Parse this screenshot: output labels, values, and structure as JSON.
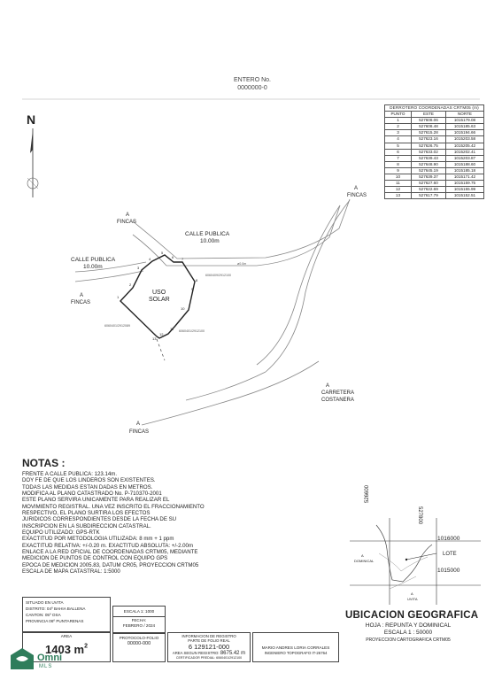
{
  "header": {
    "entero_label": "ENTERO No.",
    "entero_number": "0000000-0"
  },
  "north_label": "N",
  "coordinates_table": {
    "title": "DERROTERO COORDENADAS CRTM05 (m)",
    "columns": [
      "PUNTO",
      "ESTE",
      "NORTE"
    ],
    "rows": [
      [
        "1",
        "527608.06",
        "1015179.08"
      ],
      [
        "2",
        "527608.48",
        "1015185.63"
      ],
      [
        "3",
        "527615.28",
        "1015194.66"
      ],
      [
        "4",
        "527623.16",
        "1015203.58"
      ],
      [
        "5",
        "527626.75",
        "1015205.42"
      ],
      [
        "6",
        "527633.02",
        "1015202.41"
      ],
      [
        "7",
        "527639.43",
        "1015203.87"
      ],
      [
        "8",
        "527648.90",
        "1015188.60"
      ],
      [
        "9",
        "527645.19",
        "1015185.18"
      ],
      [
        "10",
        "527639.37",
        "1015171.42"
      ],
      [
        "11",
        "527627.60",
        "1015159.75"
      ],
      [
        "12",
        "527622.69",
        "1015155.99"
      ],
      [
        "13",
        "527617.79",
        "1015152.51"
      ]
    ]
  },
  "plan": {
    "labels": {
      "fincas_a": "A",
      "fincas": "FINCAS",
      "calle_publica": "CALLE PUBLICA",
      "calle_width": "10.00m",
      "uso": "USO",
      "solar": "SOLAR",
      "carretera": "CARRETERA",
      "costanera": "COSTANERA",
      "finca_num_1": "6060409/2912100",
      "finca_num_2": "6060401/2912089",
      "finca_num_3": "6060401/2912100",
      "dist": "ø0.0m"
    },
    "points": [
      "1",
      "2",
      "3",
      "4",
      "5",
      "6",
      "7",
      "8",
      "9",
      "10",
      "11",
      "12",
      "13"
    ]
  },
  "notas": {
    "title": "NOTAS :",
    "lines": [
      "FRENTE A CALLE PUBLICA: 123.14m.",
      "DOY FE DE QUE LOS LINDEROS SON EXISTENTES.",
      "TODAS LAS MEDIDAS ESTAN DADAS EN METROS.",
      "MODIFICA AL PLANO CATASTRADO No. P-710370-2001",
      "ESTE PLANO SERVIRA UNICAMENTE PARA REALIZAR EL",
      "MOVIMIENTO REGISTRAL. UNA VEZ INSCRITO EL FRACCIONAMIENTO",
      "RESPECTIVO, EL PLANO SURTIRA LOS EFECTOS",
      "JURIDICOS CORRESPONDIENTES DESDE LA FECHA DE SU",
      "INSCRIPCION EN LA SUBDIRECCION CATASTRAL.",
      "EQUIPO UTILIZADO: GPS-RTK",
      "EXACTITUD POR METODOLOGIA UTILIZADA: 8 mm + 1 ppm",
      "EXACTITUD RELATIVA: +/-0.20 m. EXACTITUD ABSOLUTA: +/-2.00m",
      "ENLACE A LA RED OFICIAL DE COORDENADAS CRTM05, MEDIANTE",
      "MEDICION DE PUNTOS DE CONTROL CON EQUIPO GPS",
      "EPOCA DE MEDICION 2005.83, DATUM CR05, PROYECCION CRTM05",
      "ESCALA DE MAPA CATASTRAL: 1:5000"
    ]
  },
  "location_map": {
    "x1": "526600",
    "x2": "527800",
    "y1": "1016000",
    "y2": "1015000",
    "lote": "LOTE",
    "a1": "A",
    "dominical": "DOMINICAL",
    "a2": "A",
    "uvita": "UVITA"
  },
  "ubicacion": {
    "title": "UBICACION GEOGRAFICA",
    "hoja": "HOJA : REPUNTA Y DOMINICAL",
    "escala": "ESCALA 1 : 50000",
    "proyeccion": "PROYECCION CARTOGRAFICA CRTM05"
  },
  "title_block": {
    "situado": "SITUADO EN UVITA",
    "distrito": "DISTRITO: 04º BAHIA BALLENA",
    "canton": "CANTON: 05º OSA",
    "provincia": "PROVINCIA 06º PUNTARENAS",
    "escala": "ESCALA 1: 1000",
    "fecha_label": "FECHA:",
    "fecha": "FEBRERO / 2024",
    "area_label": "AREA",
    "area_value": "1403 m",
    "area_sup": "2",
    "protocolo_label": "PROTOCOLO-FOLIO",
    "protocolo": "00000-000",
    "registro_1": "INFORMACION DE REGISTRO",
    "registro_2": "PARTE DE FOLIO REAL",
    "folio": "6 129121-000",
    "area_registro_label": "AREA SEGUN REGISTRO:",
    "area_registro": "8675.42 m",
    "certificador": "CERTIFICADOR PREDIAL: 6060401/2912100",
    "ingeniero": "MARIO ANDRES LORIA CORRALES",
    "ingeniero_titulo": "INGENIERO TOPOGRAFO IT-26764"
  },
  "logo": {
    "name": "Omni",
    "sub": "MLS"
  }
}
